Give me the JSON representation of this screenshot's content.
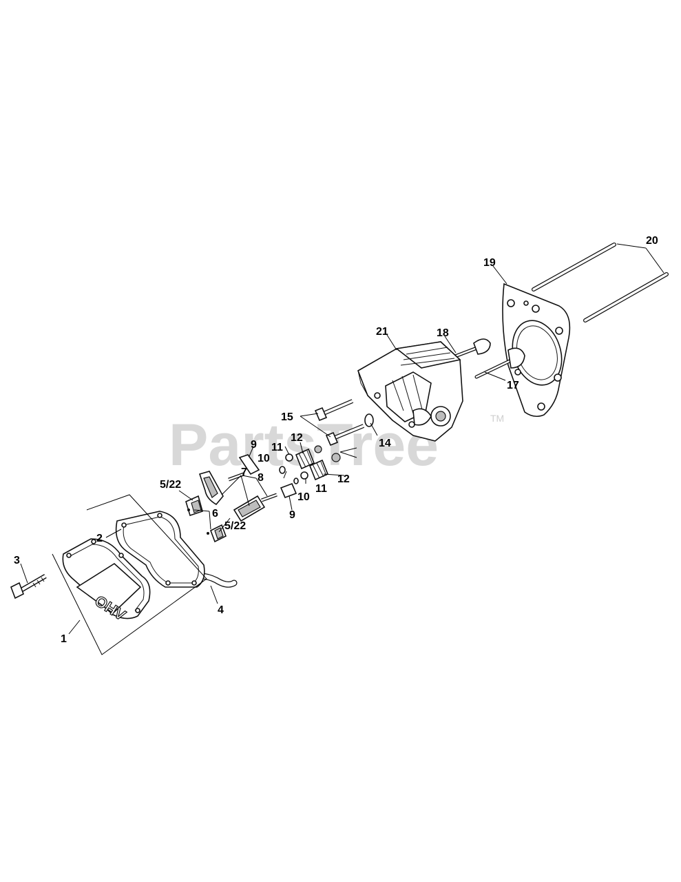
{
  "watermark": {
    "text": "PartsTree",
    "trademark": "TM"
  },
  "embossed_text": "OHV",
  "callouts": [
    {
      "id": "c1",
      "text": "1"
    },
    {
      "id": "c2",
      "text": "2"
    },
    {
      "id": "c3",
      "text": "3"
    },
    {
      "id": "c4",
      "text": "4"
    },
    {
      "id": "c5a",
      "text": "5/22"
    },
    {
      "id": "c5b",
      "text": "5/22"
    },
    {
      "id": "c6",
      "text": "6"
    },
    {
      "id": "c7",
      "text": "7"
    },
    {
      "id": "c8",
      "text": "8"
    },
    {
      "id": "c9a",
      "text": "9"
    },
    {
      "id": "c9b",
      "text": "9"
    },
    {
      "id": "c10a",
      "text": "10"
    },
    {
      "id": "c10b",
      "text": "10"
    },
    {
      "id": "c11a",
      "text": "11"
    },
    {
      "id": "c11b",
      "text": "11"
    },
    {
      "id": "c12a",
      "text": "12"
    },
    {
      "id": "c12b",
      "text": "12"
    },
    {
      "id": "c14",
      "text": "14"
    },
    {
      "id": "c15",
      "text": "15"
    },
    {
      "id": "c17",
      "text": "17"
    },
    {
      "id": "c18",
      "text": "18"
    },
    {
      "id": "c19",
      "text": "19"
    },
    {
      "id": "c20",
      "text": "20"
    },
    {
      "id": "c21",
      "text": "21"
    }
  ]
}
